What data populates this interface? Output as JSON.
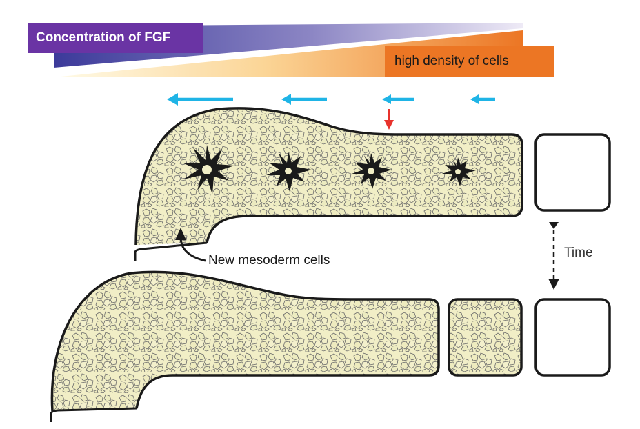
{
  "labels": {
    "fgf_concentration": "Concentration of FGF",
    "cell_density": "high density of cells",
    "new_cells": "New mesoderm cells",
    "time": "Time"
  },
  "colors": {
    "fgf_gradient_dark": "#3c3a9a",
    "fgf_gradient_light": "#e6e2f2",
    "fgf_label_bg": "#6a34a4",
    "density_gradient_dark": "#ec7624",
    "density_gradient_light": "#fff6e0",
    "density_label_bg": "#ec7624",
    "movement_arrow": "#1fb4e6",
    "boundary_arrow": "#e8322c",
    "cell_fill": "#efecc0",
    "cell_stroke": "#666666",
    "star_marker": "#1a1a1a"
  },
  "icons": {
    "movement_arrow": "left-arrow-icon",
    "boundary_arrow": "down-arrow-icon",
    "oscillation_marker": "star-burst-icon",
    "time_arrow": "dashed-down-arrow-icon"
  }
}
